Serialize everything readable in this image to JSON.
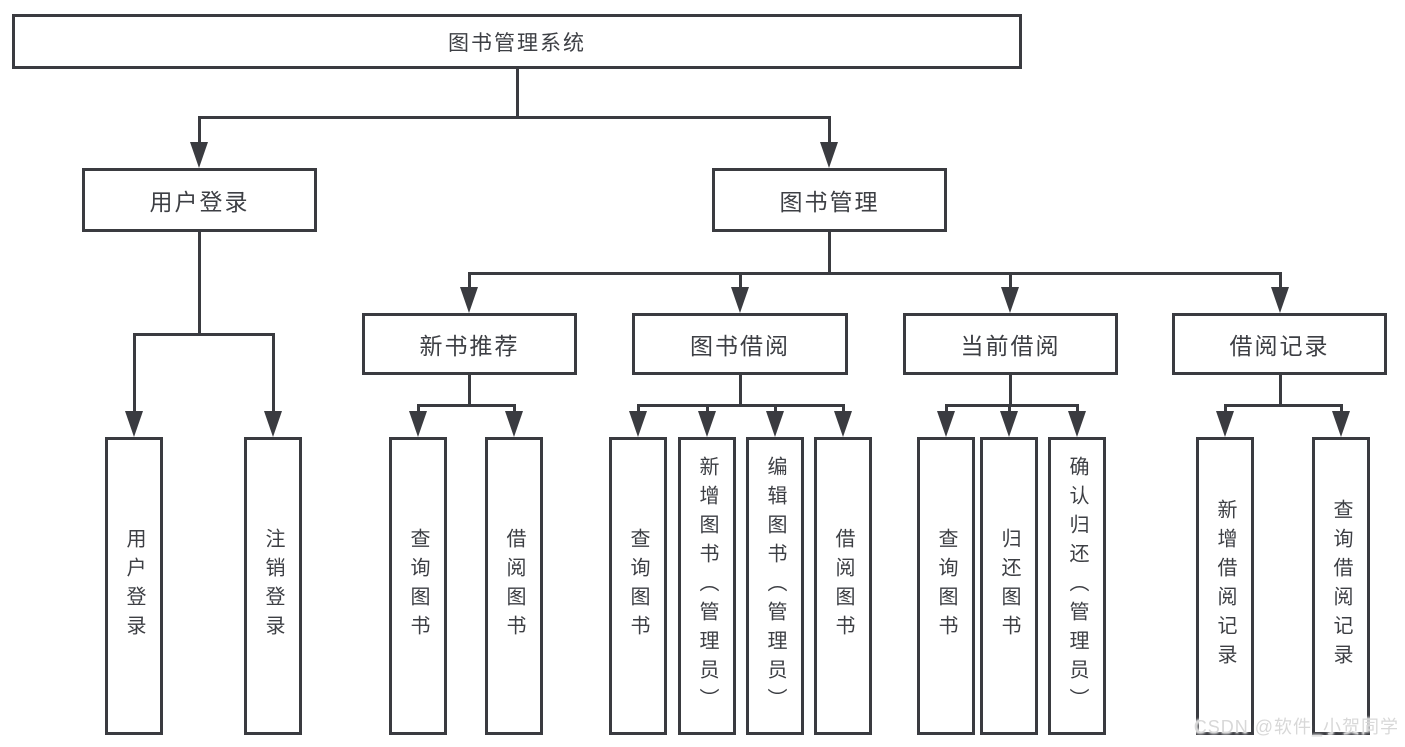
{
  "title": "图书管理系统",
  "watermark": "CSDN @软件_小贺同学",
  "colors": {
    "line": "#3a3b40",
    "text": "#3d3f44",
    "background": "#ffffff",
    "watermark": "#d8d8d8"
  },
  "tree": {
    "root": {
      "label": "图书管理系统",
      "children": [
        {
          "label": "用户登录",
          "children": [
            {
              "label": "用户登录"
            },
            {
              "label": "注销登录"
            }
          ]
        },
        {
          "label": "图书管理",
          "children": [
            {
              "label": "新书推荐",
              "children": [
                {
                  "label": "查询图书"
                },
                {
                  "label": "借阅图书"
                }
              ]
            },
            {
              "label": "图书借阅",
              "children": [
                {
                  "label": "查询图书"
                },
                {
                  "label": "新增图书（管理员）"
                },
                {
                  "label": "编辑图书（管理员）"
                },
                {
                  "label": "借阅图书"
                }
              ]
            },
            {
              "label": "当前借阅",
              "children": [
                {
                  "label": "查询图书"
                },
                {
                  "label": "归还图书"
                },
                {
                  "label": "确认归还（管理员）"
                }
              ]
            },
            {
              "label": "借阅记录",
              "children": [
                {
                  "label": "新增借阅记录"
                },
                {
                  "label": "查询借阅记录"
                }
              ]
            }
          ]
        }
      ]
    }
  }
}
